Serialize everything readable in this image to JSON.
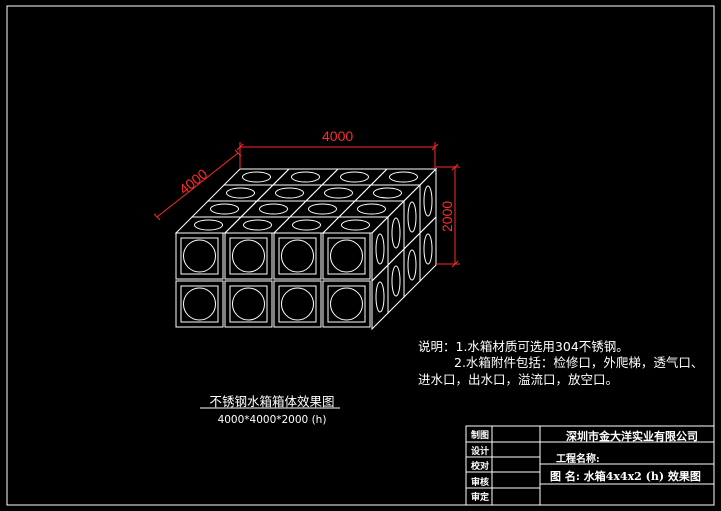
{
  "dimensions": {
    "length": "4000",
    "width": "4000",
    "height": "2000"
  },
  "notes": {
    "line1": "说明：1.水箱材质可选用304不锈钢。",
    "line2": "2.水箱附件包括：检修口，外爬梯，透气口、",
    "line3": "进水口，出水口，溢流口，放空口。"
  },
  "caption": {
    "title": "不锈钢水箱箱体效果图",
    "subtitle": "4000*4000*2000 (h)"
  },
  "title_block": {
    "labels": [
      "制图",
      "设计",
      "校对",
      "审核",
      "审定"
    ],
    "company": "深圳市金大洋实业有限公司",
    "project_label": "工程名称:",
    "drawing_name": "图  名: 水箱4x4x2 (h) 效果图"
  },
  "colors": {
    "background": "#000000",
    "lines": "#ffffff",
    "dimension": "#ff2a2a"
  }
}
